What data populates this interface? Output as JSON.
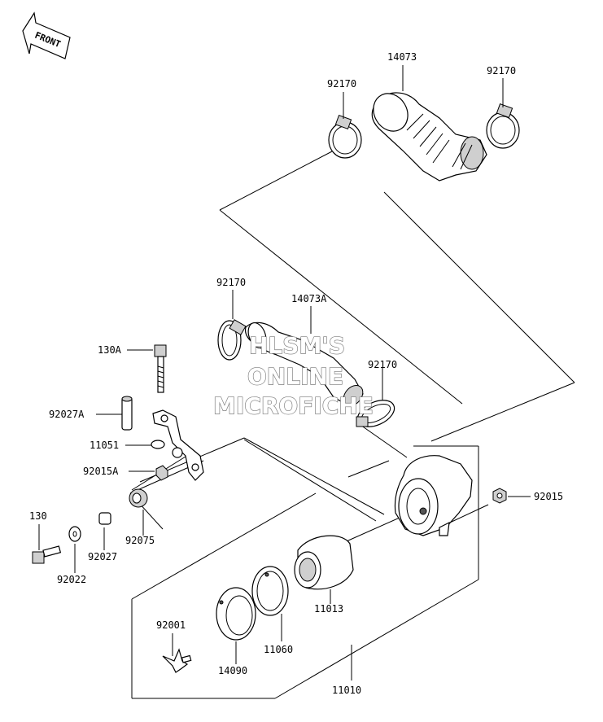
{
  "front_arrow": {
    "label": "FRONT"
  },
  "labels": {
    "hose_14073": "14073",
    "clamp_92170_top_left": "92170",
    "clamp_92170_top_right": "92170",
    "clamp_92170_mid": "92170",
    "hose_14073A": "14073A",
    "clamp_92170_lower": "92170",
    "bolt_130A": "130A",
    "collar_92027A": "92027A",
    "bracket_11051": "11051",
    "nut_92015A": "92015A",
    "bolt_130": "130",
    "washer_92022": "92022",
    "collar_92027": "92027",
    "damper_92075": "92075",
    "nut_92015": "92015",
    "element_11013": "11013",
    "gasket_11060": "11060",
    "cap_14090": "14090",
    "wingbolt_92001": "92001",
    "cleaner_assy_11010": "11010"
  },
  "watermark": {
    "line1": "HLSM'S",
    "line2": "ONLINE",
    "line3": "MICROFICHE"
  }
}
